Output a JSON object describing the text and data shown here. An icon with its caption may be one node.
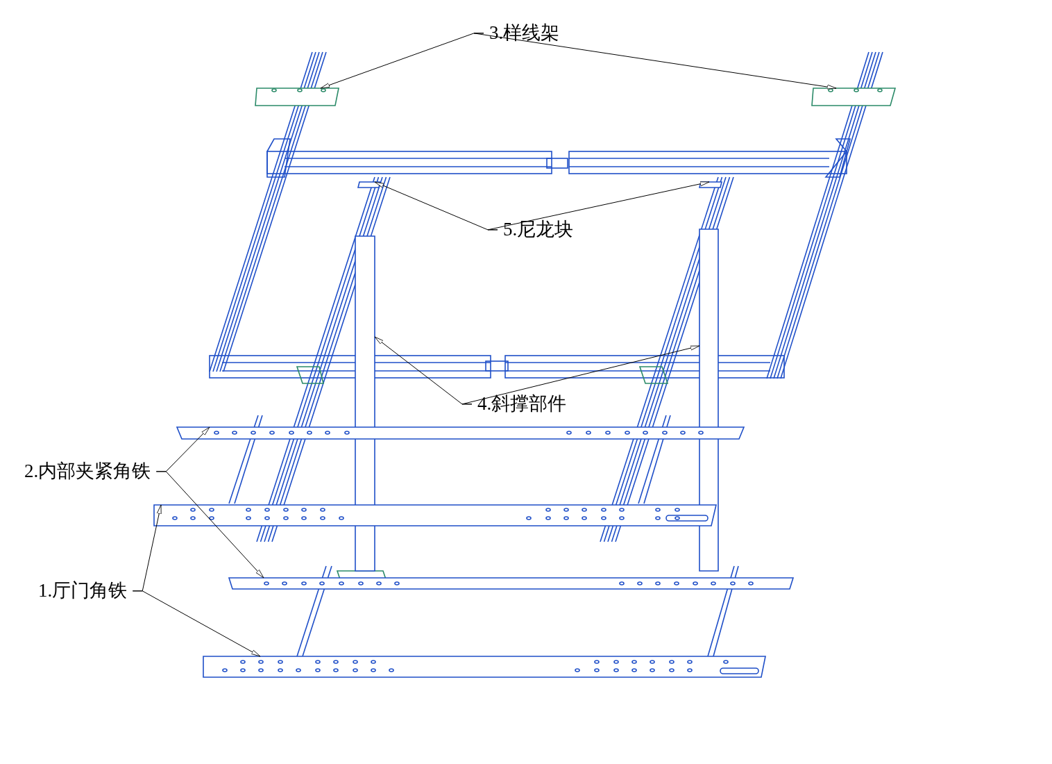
{
  "diagram": {
    "nodes": [
      {
        "text": [
          "3.样线架"
        ]
      },
      {
        "text": [],
        "shape": "bar"
      },
      {
        "text": [],
        "shape": "bar"
      },
      {
        "text": [
          "5.尼龙块"
        ]
      },
      {
        "text": [],
        "shape": "box"
      },
      {
        "text": [],
        "shape": "box"
      },
      {
        "text": [
          "4.斜撑部件"
        ]
      },
      {
        "text": [],
        "shape": "box"
      },
      {
        "text": [],
        "shape": "box"
      },
      {
        "text": [],
        "shape": "bar"
      },
      {
        "text": [
          "2.内部夹紧角铁"
        ]
      },
      {
        "text": [],
        "shape": "bar"
      },
      {
        "text": [],
        "shape": "bar"
      },
      {
        "text": [
          "1.厅门角铁"
        ]
      },
      {
        "text": [],
        "shape": "bar"
      }
    ],
    "edges": [
      {
        "from": 0,
        "to": 1,
        "arrow": "to"
      },
      {
        "from": 0,
        "to": 2,
        "arrow": "to"
      },
      {
        "from": 3,
        "to": 4,
        "arrow": "to"
      },
      {
        "from": 3,
        "to": 5,
        "arrow": "to"
      },
      {
        "from": 6,
        "to": 7,
        "arrow": "to"
      },
      {
        "from": 6,
        "to": 8,
        "arrow": "to"
      },
      {
        "from": 10,
        "to": 9,
        "arrow": "to"
      },
      {
        "from": 10,
        "to": 12,
        "arrow": "to"
      },
      {
        "from": 13,
        "to": 11,
        "arrow": "to"
      },
      {
        "from": 13,
        "to": 14,
        "arrow": "to"
      }
    ]
  }
}
